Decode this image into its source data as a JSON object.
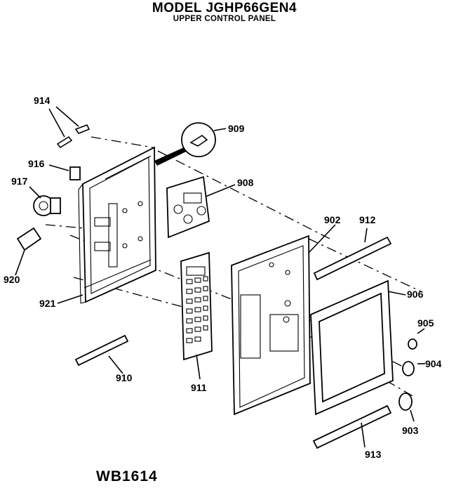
{
  "header": {
    "title": "MODEL JGHP66GEN4",
    "subtitle": "UPPER CONTROL PANEL"
  },
  "parts": {
    "p902": "902",
    "p903": "903",
    "p904": "904",
    "p905": "905",
    "p906": "906",
    "p908": "908",
    "p909": "909",
    "p910": "910",
    "p911": "911",
    "p912": "912",
    "p913": "913",
    "p914": "914",
    "p916": "916",
    "p917": "917",
    "p920": "920",
    "p921": "921"
  },
  "footer": {
    "code": "WB1614"
  }
}
